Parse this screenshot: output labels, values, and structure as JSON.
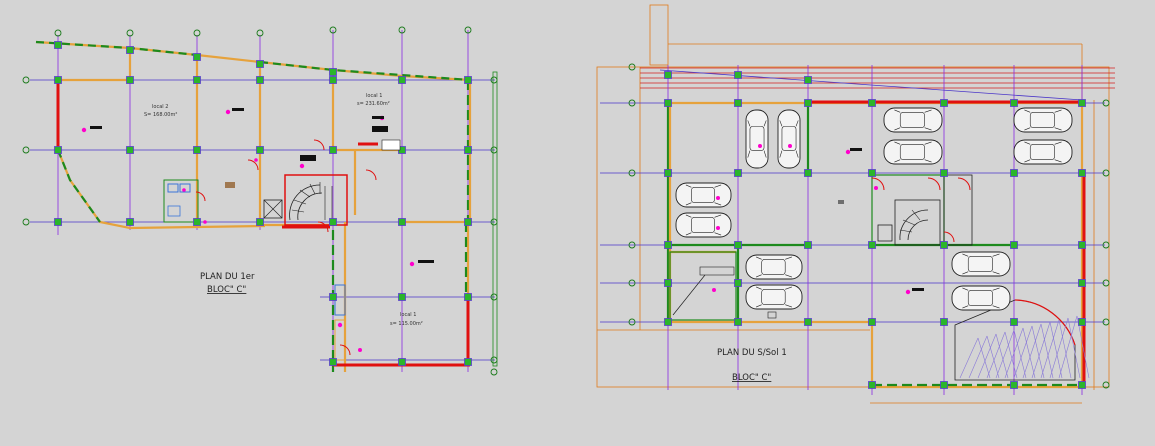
{
  "plans": [
    {
      "id": "first-floor",
      "title": "PLAN DU  1er",
      "subtitle": "BLOC\" C\"",
      "rooms": [
        {
          "name": "local 2",
          "area": "S= 168.00m²"
        },
        {
          "name": "local 1",
          "area": "s= 231.60m²"
        },
        {
          "name": "local 1",
          "area": "s= 115.00m²"
        }
      ]
    },
    {
      "id": "basement-1",
      "title": "PLAN DU S/Sol 1",
      "subtitle": "BLOC\" C\""
    }
  ],
  "colors": {
    "background": "#d4d4d4",
    "grid": "#4a36c8",
    "wall_orange": "#e6a23c",
    "wall_green": "#1d8a1d",
    "wall_red": "#e01010",
    "column": "#2bb52b",
    "marker": "#ff00cc"
  }
}
